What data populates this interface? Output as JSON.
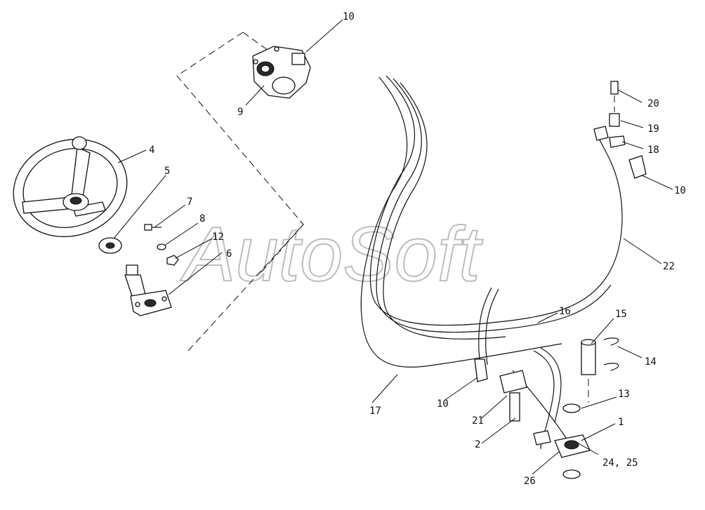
{
  "watermark": "AutoSoft",
  "callouts": [
    {
      "id": "c1",
      "text": "10"
    },
    {
      "id": "c2",
      "text": "9"
    },
    {
      "id": "c3",
      "text": "4"
    },
    {
      "id": "c4",
      "text": "5"
    },
    {
      "id": "c5",
      "text": "7"
    },
    {
      "id": "c6",
      "text": "8"
    },
    {
      "id": "c7",
      "text": "12"
    },
    {
      "id": "c8",
      "text": "6"
    },
    {
      "id": "c9",
      "text": "20"
    },
    {
      "id": "c10",
      "text": "19"
    },
    {
      "id": "c11",
      "text": "18"
    },
    {
      "id": "c12",
      "text": "10"
    },
    {
      "id": "c13",
      "text": "22"
    },
    {
      "id": "c14",
      "text": "16"
    },
    {
      "id": "c15",
      "text": "15"
    },
    {
      "id": "c16",
      "text": "14"
    },
    {
      "id": "c17",
      "text": "13"
    },
    {
      "id": "c18",
      "text": "1"
    },
    {
      "id": "c19",
      "text": "24, 25"
    },
    {
      "id": "c20",
      "text": "26"
    },
    {
      "id": "c21",
      "text": "2"
    },
    {
      "id": "c22",
      "text": "21"
    },
    {
      "id": "c23",
      "text": "10"
    },
    {
      "id": "c24",
      "text": "17"
    }
  ]
}
